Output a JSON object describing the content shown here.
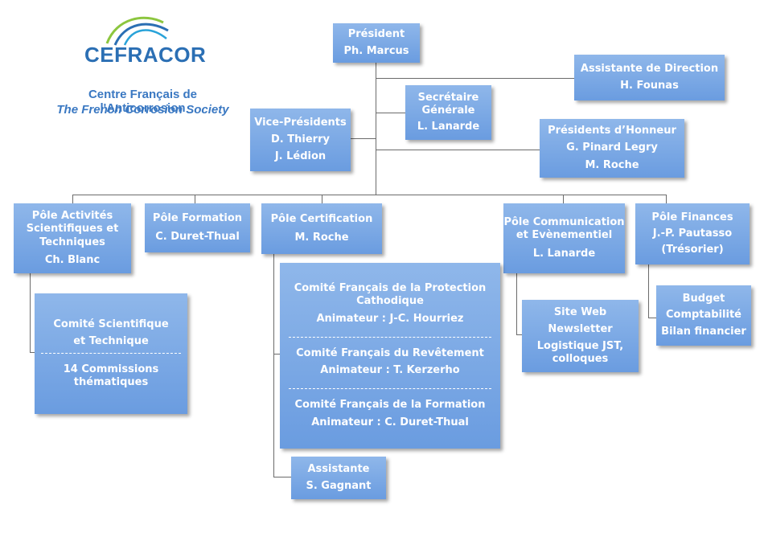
{
  "logo": {
    "text": "CEFRACOR"
  },
  "org": {
    "name_fr": "Centre Français de l'Anticorrosion",
    "name_en": "The French Corrosion Society"
  },
  "president": {
    "title": "Président",
    "name": "Ph. Marcus"
  },
  "assistante_direction": {
    "title": "Assistante de Direction",
    "name": "H. Founas"
  },
  "secretaire": {
    "title_line1": "Secrétaire",
    "title_line2": "Générale",
    "name": "L. Lanarde"
  },
  "vice_presidents": {
    "title": "Vice-Présidents",
    "names": [
      "D. Thierry",
      "J. Lédion"
    ]
  },
  "presidents_honneur": {
    "title": "Présidents d’Honneur",
    "names": [
      "G. Pinard Legry",
      "M. Roche"
    ]
  },
  "poles": {
    "activites": {
      "title_lines": [
        "Pôle Activités",
        "Scientifiques et",
        "Techniques"
      ],
      "name": "Ch. Blanc"
    },
    "formation": {
      "title": "Pôle Formation",
      "name": "C. Duret-Thual"
    },
    "certification": {
      "title": "Pôle Certification",
      "name": "M. Roche"
    },
    "communication": {
      "title_lines": [
        "Pôle Communication",
        "et Evènementiel"
      ],
      "name": "L. Lanarde"
    },
    "finances": {
      "title": "Pôle Finances",
      "name": "J.-P. Pautasso",
      "role": "(Trésorier)"
    }
  },
  "comite_scientifique": {
    "lines": [
      "Comité Scientifique",
      "et Technique"
    ],
    "sub_lines": [
      "14 Commissions",
      "thématiques"
    ]
  },
  "comites_certification": [
    {
      "title_lines": [
        "Comité Français de la Protection",
        "Cathodique"
      ],
      "animateur": "Animateur : J-C. Hourriez"
    },
    {
      "title_lines": [
        "Comité Français du Revêtement"
      ],
      "animateur": "Animateur : T. Kerzerho"
    },
    {
      "title_lines": [
        "Comité Français de la Formation"
      ],
      "animateur": "Animateur : C. Duret-Thual"
    }
  ],
  "assistante": {
    "title": "Assistante",
    "name": "S. Gagnant"
  },
  "communication_items": [
    "Site Web",
    "Newsletter",
    "Logistique  JST,",
    "colloques"
  ],
  "finances_items": [
    "Budget",
    "Comptabilité",
    "Bilan financier"
  ]
}
